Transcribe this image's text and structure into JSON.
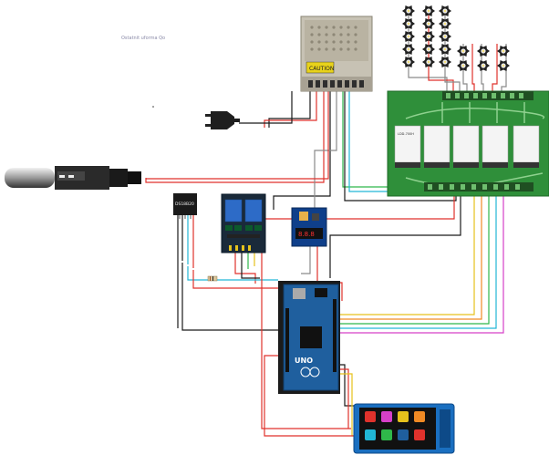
{
  "caption": "Ostatnit uforma Qo",
  "labels": {
    "sensor_id": "DS18B20",
    "psu_warning": "CAUTION",
    "led_driver_model": "LDD-700H",
    "arduino_brand": "UNO"
  },
  "colors": {
    "wire_red": "#e0322c",
    "wire_black": "#1a1a1a",
    "wire_gray": "#8a8a8a",
    "wire_green": "#2fb84a",
    "wire_cyan": "#21b6d6",
    "wire_yellow": "#e6c21c",
    "wire_magenta": "#d640c8",
    "wire_orange": "#f08a24",
    "pcb_green": "#2f8f3a",
    "arduino_blue": "#1f5f9e",
    "relay_blue": "#2d6bc7",
    "psu_silver": "#c7c2b4"
  },
  "icons": [
    "mains-plug-icon",
    "temperature-probe-icon",
    "led-star-icon",
    "touchscreen-icon"
  ]
}
